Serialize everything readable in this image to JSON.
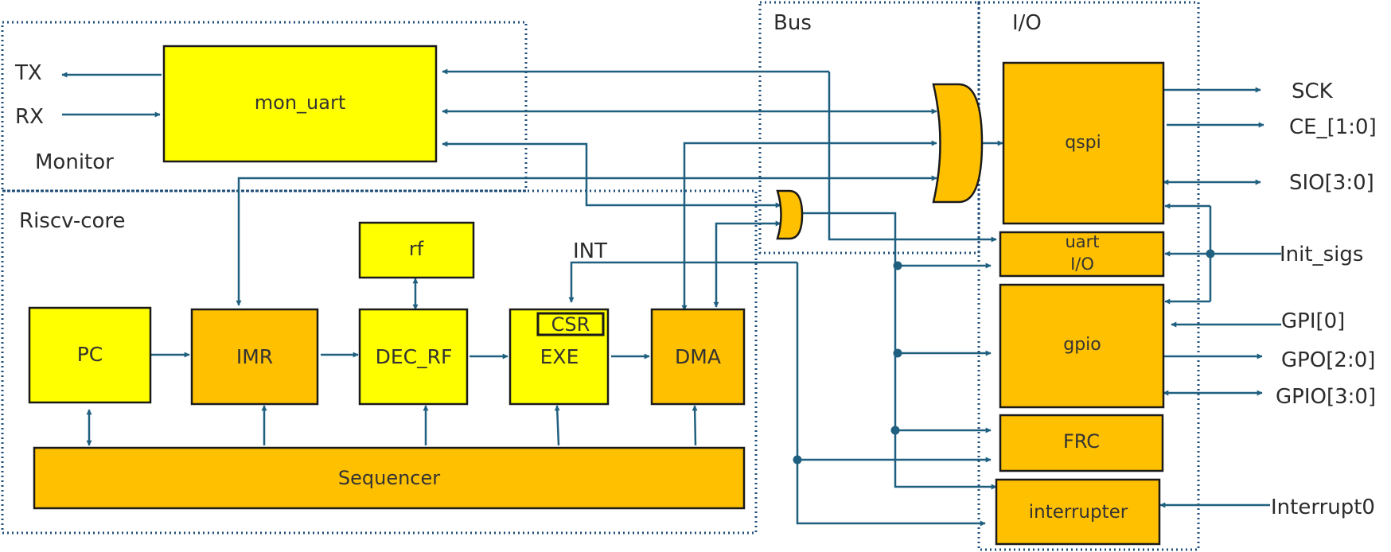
{
  "colors": {
    "yellow": "#ffff00",
    "orange": "#ffc000",
    "wire": "#1f5f7f",
    "region_border": "#1f4e79",
    "block_border": "#1a1a1a"
  },
  "regions": {
    "monitor": "Monitor",
    "riscv": "Riscv-core",
    "bus": "Bus",
    "io": "I/O"
  },
  "blocks": {
    "mon_uart": "mon_uart",
    "rf": "rf",
    "pc": "PC",
    "imr": "IMR",
    "dec_rf": "DEC_RF",
    "exe": "EXE",
    "csr": "CSR",
    "dma": "DMA",
    "sequencer": "Sequencer",
    "qspi": "qspi",
    "uart_io_line1": "uart",
    "uart_io_line2": "I/O",
    "gpio": "gpio",
    "frc": "FRC",
    "interrupter": "interrupter"
  },
  "signals": {
    "tx": "TX",
    "rx": "RX",
    "int": "INT",
    "sck": "SCK",
    "ce": "CE_[1:0]",
    "sio": "SIO[3:0]",
    "init_sigs": "Init_sigs",
    "gpi": "GPI[0]",
    "gpo": "GPO[2:0]",
    "gpio_sig": "GPIO[3:0]",
    "interrupt0": "Interrupt0"
  }
}
